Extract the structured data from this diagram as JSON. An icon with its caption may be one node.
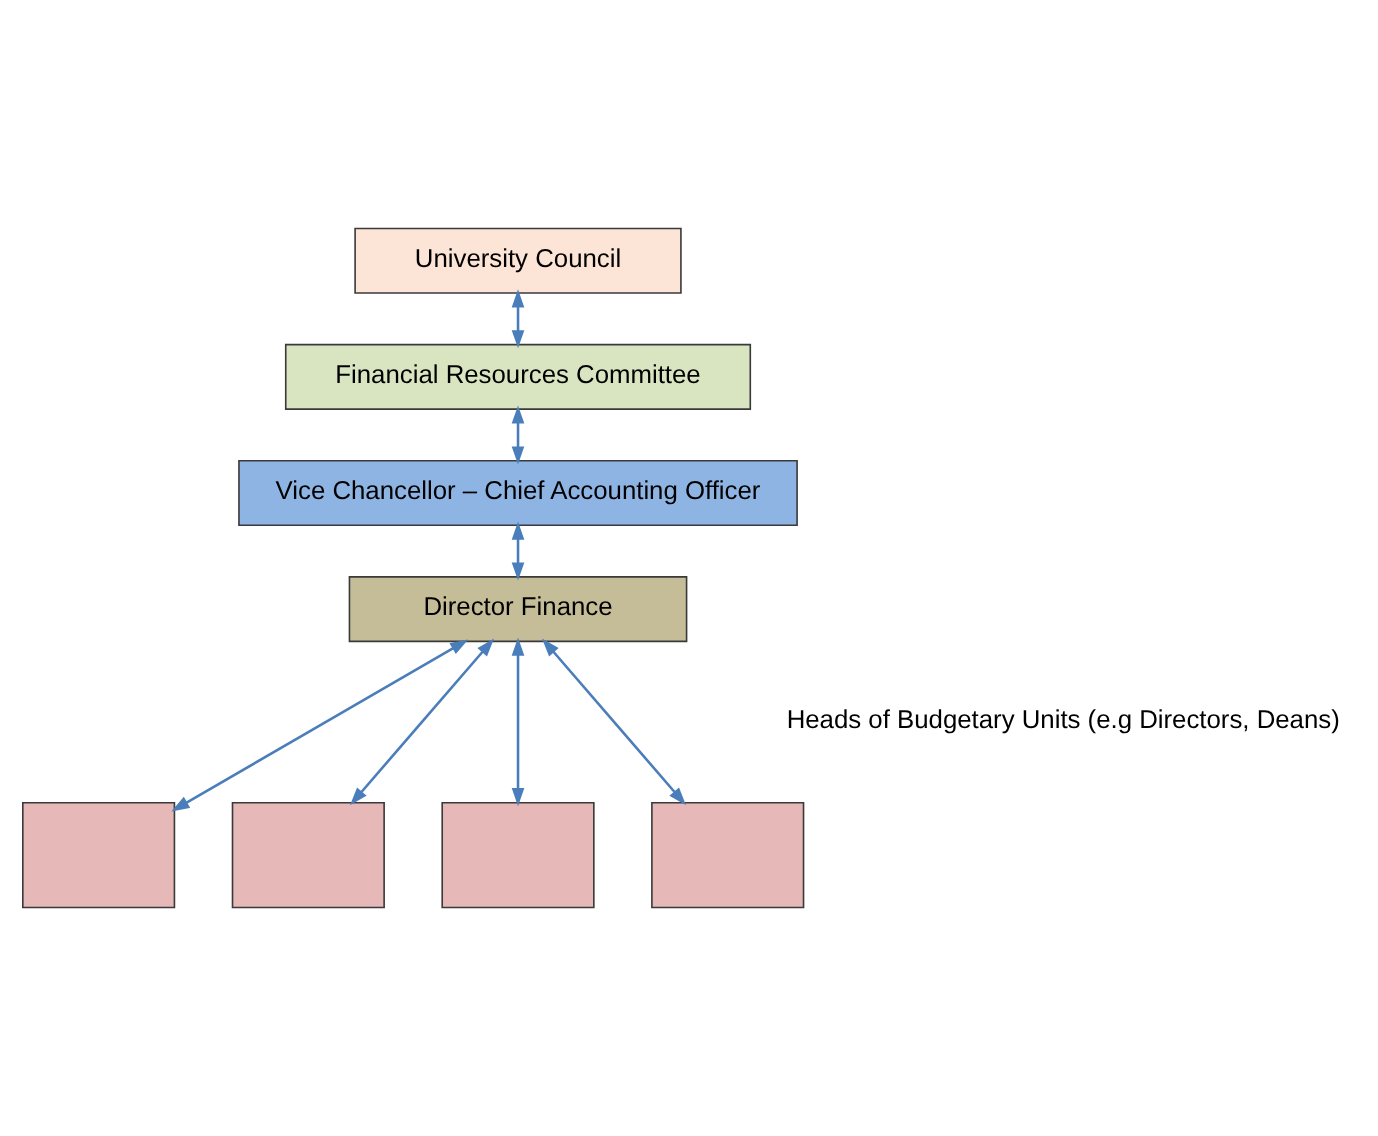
{
  "diagram": {
    "nodes": [
      {
        "text": [
          "University Council"
        ]
      },
      {
        "text": [
          "Financial Resources Committee"
        ]
      },
      {
        "text": [
          "Vice Chancellor – Chief Accounting Officer"
        ]
      },
      {
        "text": [
          "Director Finance"
        ]
      },
      {
        "text": [],
        "shape": "box"
      },
      {
        "text": [],
        "shape": "box"
      },
      {
        "text": [],
        "shape": "box"
      },
      {
        "text": [],
        "shape": "box"
      }
    ],
    "edges": [
      {
        "from": 0,
        "to": 1,
        "arrow": "both"
      },
      {
        "from": 1,
        "to": 2,
        "arrow": "both"
      },
      {
        "from": 2,
        "to": 3,
        "arrow": "both"
      },
      {
        "from": 3,
        "to": 4,
        "arrow": "both"
      },
      {
        "from": 3,
        "to": 5,
        "arrow": "both"
      },
      {
        "from": 3,
        "to": 6,
        "arrow": "both"
      },
      {
        "from": 3,
        "to": 7,
        "arrow": "both"
      }
    ],
    "labels": [
      "Heads of Budgetary Units (e.g Directors, Deans)"
    ]
  }
}
